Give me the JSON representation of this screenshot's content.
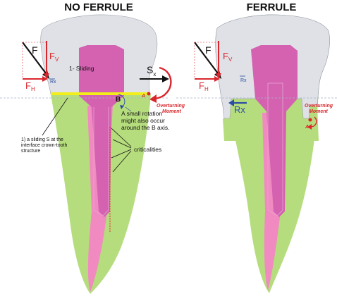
{
  "left": {
    "title": "NO FERRULE",
    "force_f": "F",
    "force_fv": "F",
    "force_fv_sub": "V",
    "force_fh": "F",
    "force_fh_sub": "H",
    "rx_small": "Rx",
    "sliding_label": "1- Sliding",
    "sx": "S",
    "sx_sub": "x",
    "point_b": "B",
    "point_a": "A",
    "overturning": [
      "Overturning",
      "Moment"
    ],
    "rotation_note": [
      "A small rotation",
      "might also occur",
      "around the B axis."
    ],
    "sliding_note": [
      "1) a sliding S at the",
      "interface crown-tooth",
      "structure"
    ],
    "criticalities": "criticalities"
  },
  "right": {
    "title": "FERRULE",
    "force_f": "F",
    "force_fv": "F",
    "force_fv_sub": "V",
    "force_fh": "F",
    "force_fh_sub": "H",
    "rx_small": "Rx",
    "rx_big": "Rx",
    "point_a": "A",
    "overturning": [
      "Overturning",
      "Moment"
    ]
  },
  "colors": {
    "crown": "#dfe1e6",
    "root": "#b6dd7d",
    "post": "#d462b0",
    "canal": "#f08ac0",
    "force_red": "#d9262c",
    "interface": "#f2ee1a",
    "blue": "#2b4ea2"
  }
}
